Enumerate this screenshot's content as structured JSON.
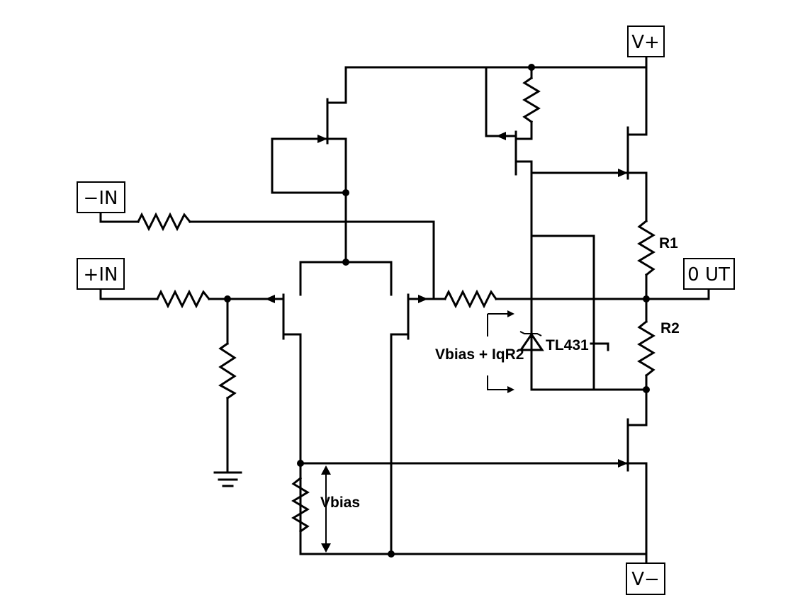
{
  "terminals": {
    "v_plus": "V+",
    "v_minus": "V−",
    "in_minus": "−IN",
    "in_plus": "+IN",
    "out": "0 UT"
  },
  "labels": {
    "r1": "R1",
    "r2": "R2",
    "tl431": "TL431",
    "vbias_iq": "Vbias + IqR2",
    "vbias": "Vbias"
  },
  "colors": {
    "ink": "#000000",
    "background": "#ffffff"
  }
}
